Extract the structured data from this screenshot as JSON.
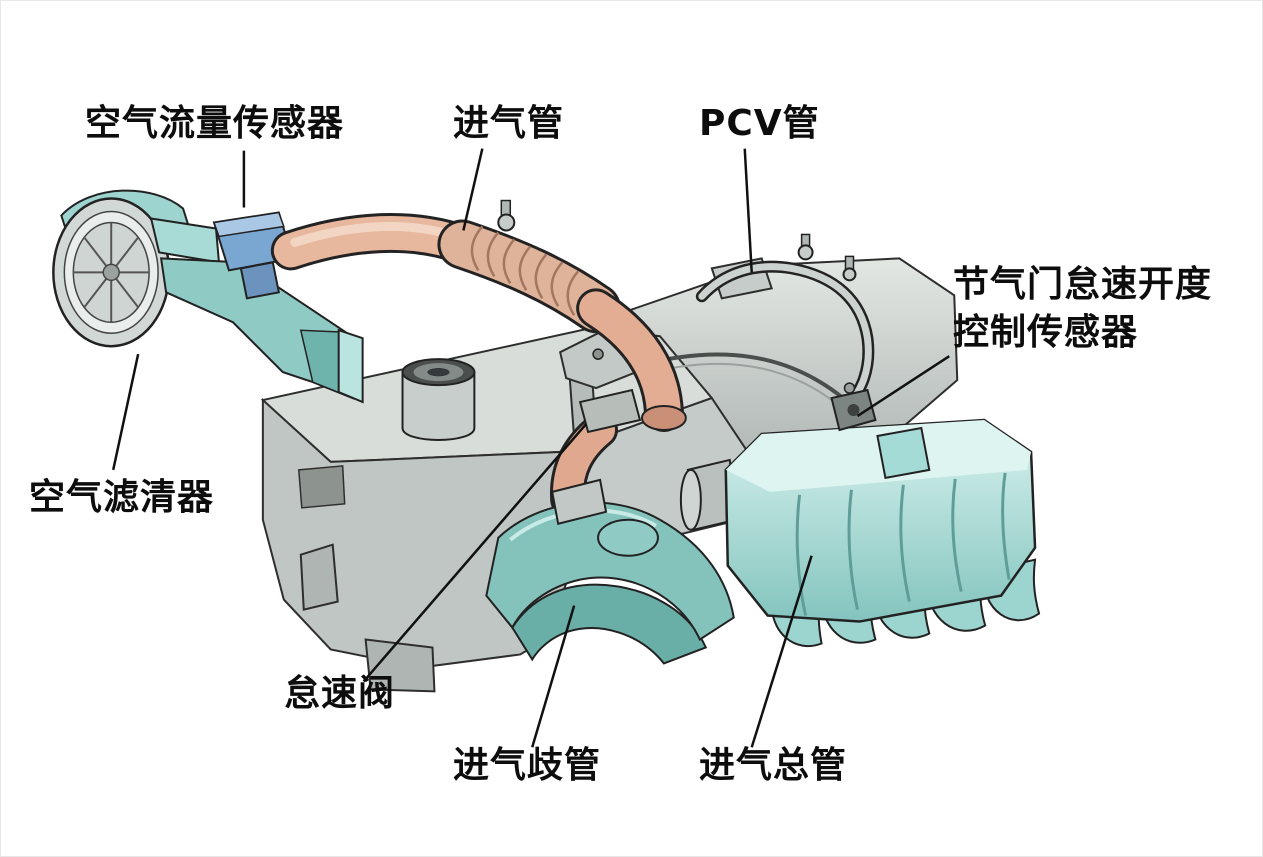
{
  "page": {
    "description": "Labeled cutaway diagram of an automotive engine air intake system",
    "background": "#ffffff"
  },
  "labels": {
    "air_flow_sensor": "空气流量传感器",
    "intake_pipe": "进气管",
    "pcv_pipe": "PCV管",
    "throttle_idle_sensor_line1": "节气门怠速开度",
    "throttle_idle_sensor_line2": "控制传感器",
    "air_filter": "空气滤清器",
    "idle_valve": "怠速阀",
    "intake_branch_manifold": "进气歧管",
    "intake_main_manifold": "进气总管"
  },
  "colors": {
    "outline": "#222222",
    "engine_gray_light": "#d8ddda",
    "engine_gray": "#c2c9c6",
    "engine_gray_dark": "#aab1ae",
    "teal_light": "#cdeeea",
    "teal": "#8fcac5",
    "teal_dark": "#6aaea8",
    "hose_salmon": "#e2b098",
    "hose_salmon_dark": "#c98f77",
    "sensor_blue": "#7aa6d2",
    "leader_line": "#111111",
    "label_text": "#0d0d0d"
  }
}
